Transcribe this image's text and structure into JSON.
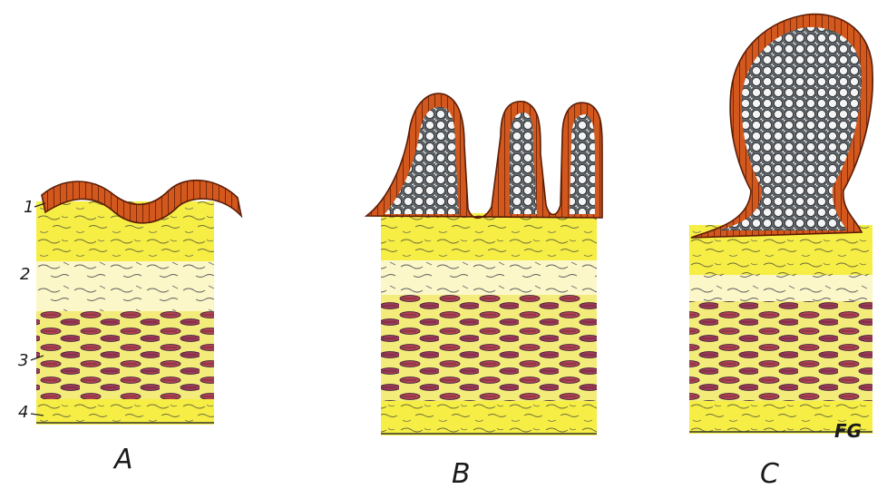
{
  "layer_labels": [
    "1",
    "2",
    "3",
    "4"
  ],
  "panels": [
    {
      "id": "A",
      "label": "A"
    },
    {
      "id": "B",
      "label": "B"
    },
    {
      "id": "C",
      "label": "C"
    }
  ],
  "signature": "FG",
  "colors": {
    "epithelium": "#d2581e",
    "epithelium_dark": "#8a2e0c",
    "submucosa_yellow": "#f7ef3a",
    "muscle_red": "#b3434f",
    "muscle_dark": "#4a2a4a",
    "tumor_cells": "#5f6468",
    "background": "#ffffff"
  }
}
